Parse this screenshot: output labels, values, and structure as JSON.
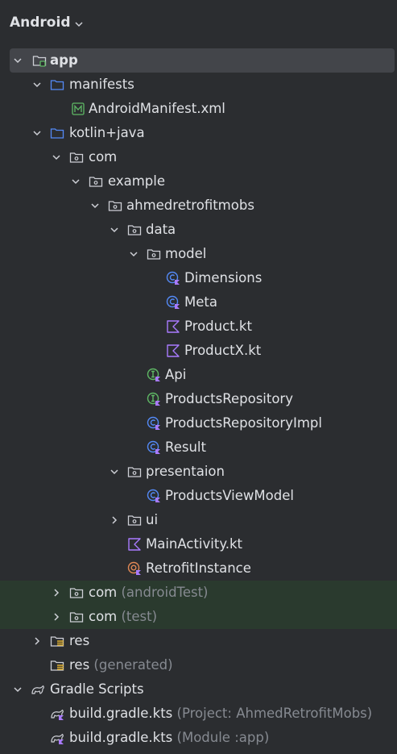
{
  "header": {
    "title": "Android"
  },
  "tree": {
    "app": "app",
    "manifests": "manifests",
    "android_manifest": "AndroidManifest.xml",
    "kotlin_java": "kotlin+java",
    "com": "com",
    "example": "example",
    "package": "ahmedretrofitmobs",
    "data": "data",
    "model": "model",
    "dimensions": "Dimensions",
    "meta": "Meta",
    "product": "Product.kt",
    "productx": "ProductX.kt",
    "api": "Api",
    "products_repository": "ProductsRepository",
    "products_repository_impl": "ProductsRepositoryImpl",
    "result": "Result",
    "presentaion": "presentaion",
    "products_view_model": "ProductsViewModel",
    "ui": "ui",
    "main_activity": "MainActivity.kt",
    "retrofit_instance": "RetrofitInstance",
    "com_android_test": "com",
    "com_android_test_suffix": "(androidTest)",
    "com_test": "com",
    "com_test_suffix": "(test)",
    "res": "res",
    "res_generated": "res",
    "res_generated_suffix": "(generated)",
    "gradle_scripts": "Gradle Scripts",
    "build_gradle_project": "build.gradle.kts",
    "build_gradle_project_suffix": "(Project: AhmedRetrofitMobs)",
    "build_gradle_module": "build.gradle.kts",
    "build_gradle_module_suffix": "(Module :app)"
  },
  "colors": {
    "background": "#2b2d30",
    "selected_row": "#43454a",
    "test_row": "#2a3a2e",
    "folder_blue": "#548af7",
    "folder_grey": "#ced0d6",
    "kotlin_purple": "#a97bff",
    "interface_green": "#5fb865",
    "class_blue": "#548af7",
    "object_orange": "#e08855"
  }
}
